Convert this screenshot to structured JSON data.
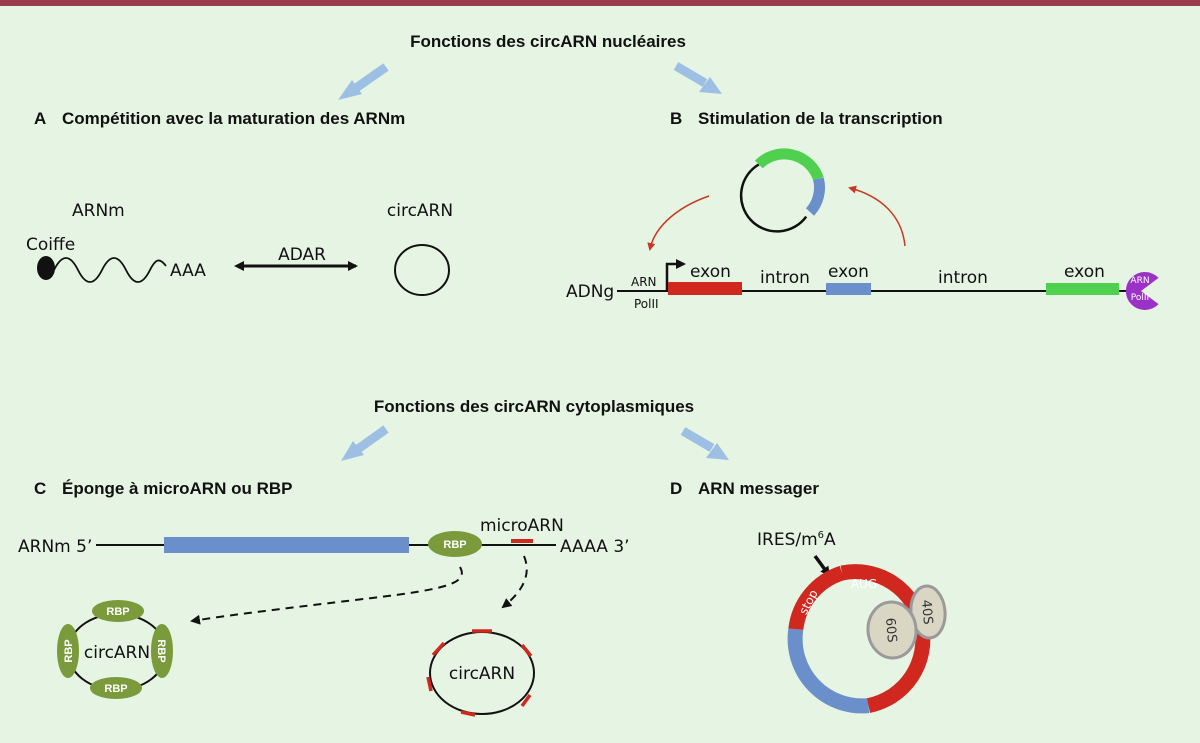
{
  "headers": {
    "nuclear": "Fonctions des circARN nucléaires",
    "cytoplasmic": "Fonctions des circARN cytoplasmiques"
  },
  "panel_a": {
    "letter": "A",
    "title": "Compétition avec la maturation des ARNm",
    "mrna_label": "ARNm",
    "cap_label": "Coiffe",
    "polya_label": "AAA",
    "enzyme_label": "ADAR",
    "circ_label": "circARN"
  },
  "panel_b": {
    "letter": "B",
    "title": "Stimulation de la transcription",
    "dna_label": "ADNg",
    "pol_line1": "ARN",
    "pol_line2": "PolII",
    "exon1": "exon",
    "intron1": "intron",
    "exon2": "exon",
    "intron2": "intron",
    "exon3": "exon",
    "pol2_line1": "ARN",
    "pol2_line2": "PolII"
  },
  "panel_c": {
    "letter": "C",
    "title": "Éponge à microARN ou RBP",
    "mrna_start": "ARNm 5’",
    "mrna_end": "AAAA 3’",
    "rbp_label": "RBP",
    "microrna_label": "microARN",
    "circ1_label": "circARN",
    "circ2_label": "circARN"
  },
  "panel_d": {
    "letter": "D",
    "title": "ARN messager",
    "ires_prefix": "IRES/m",
    "ires_sup": "6",
    "ires_suffix": "A",
    "stop_label": "stop",
    "aug_label": "AUG",
    "ribo_large": "60S",
    "ribo_small": "40S"
  },
  "colors": {
    "background": "#e6f4e3",
    "top_border": "#9a3b4d",
    "arrow_blue": "#9dbfe4",
    "exon_red": "#d0281f",
    "exon_blue": "#6a8fca",
    "exon_green": "#4fd04f",
    "rbp_green": "#7a9a3c",
    "polii_purple": "#9b32c8",
    "ribosome": "#d9d6c4"
  }
}
